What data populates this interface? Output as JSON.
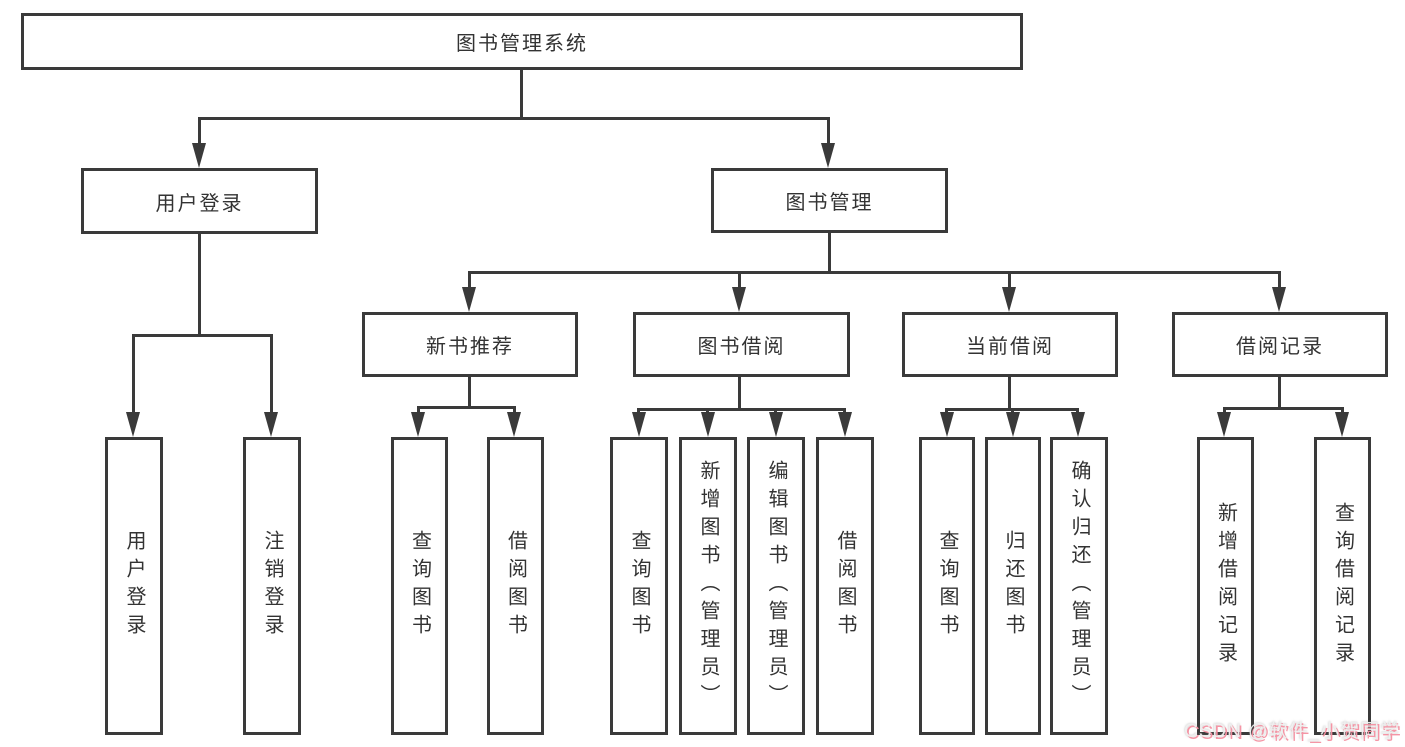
{
  "diagram": {
    "root": {
      "label": "图书管理系统",
      "children": [
        {
          "label": "用户登录",
          "children": [
            {
              "label": "用户登录"
            },
            {
              "label": "注销登录"
            }
          ]
        },
        {
          "label": "图书管理",
          "children": [
            {
              "label": "新书推荐",
              "children": [
                {
                  "label": "查询图书"
                },
                {
                  "label": "借阅图书"
                }
              ]
            },
            {
              "label": "图书借阅",
              "children": [
                {
                  "label": "查询图书"
                },
                {
                  "label": "新增图书（管理员）"
                },
                {
                  "label": "编辑图书（管理员）"
                },
                {
                  "label": "借阅图书"
                }
              ]
            },
            {
              "label": "当前借阅",
              "children": [
                {
                  "label": "查询图书"
                },
                {
                  "label": "归还图书"
                },
                {
                  "label": "确认归还（管理员）"
                }
              ]
            },
            {
              "label": "借阅记录",
              "children": [
                {
                  "label": "新增借阅记录"
                },
                {
                  "label": "查询借阅记录"
                }
              ]
            }
          ]
        }
      ]
    }
  },
  "watermark": {
    "text": "CSDN @软件_小贺同学"
  },
  "colors": {
    "line": "#3a3a3a",
    "text": "#333333",
    "background": "#ffffff",
    "watermark_shadow": "#f48fa0"
  }
}
